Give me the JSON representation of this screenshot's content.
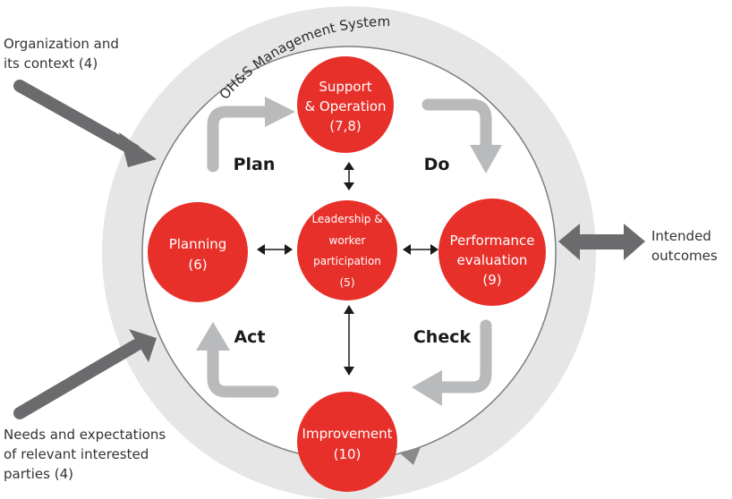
{
  "diagram": {
    "ring_title": "OH&S Management System",
    "colors": {
      "node_fill": "#e8302a",
      "ring_fill": "#e6e6e7",
      "ring_line": "#7d7d7d",
      "flow_arrow": "#b9babc",
      "external_arrow": "#6b6b6d",
      "connector": "#1a1a1a"
    },
    "nodes": {
      "support": {
        "lines": [
          "Support",
          "& Operation",
          "(7,8)"
        ]
      },
      "planning": {
        "lines": [
          "Planning",
          "(6)"
        ]
      },
      "leadership": {
        "lines": [
          "Leadership &",
          "worker",
          "participation",
          "(5)"
        ]
      },
      "performance": {
        "lines": [
          "Performance",
          "evaluation",
          "(9)"
        ]
      },
      "improvement": {
        "lines": [
          "Improvement",
          "(10)"
        ]
      }
    },
    "phases": {
      "plan": "Plan",
      "do": "Do",
      "check": "Check",
      "act": "Act"
    },
    "external": {
      "organization": [
        "Organization and",
        "its context (4)"
      ],
      "needs": [
        "Needs and expectations",
        "of relevant interested",
        "parties (4)"
      ],
      "outcomes": [
        "Intended",
        "outcomes"
      ]
    }
  }
}
